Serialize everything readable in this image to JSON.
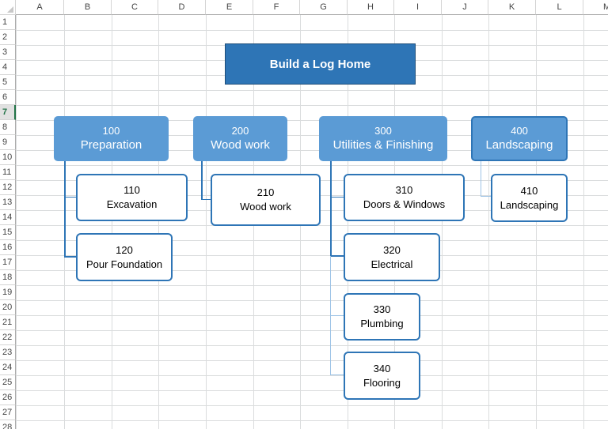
{
  "columns": [
    "A",
    "B",
    "C",
    "D",
    "E",
    "F",
    "G",
    "H",
    "I",
    "J",
    "K",
    "L",
    "M"
  ],
  "rows": [
    "1",
    "2",
    "3",
    "4",
    "5",
    "6",
    "7",
    "8",
    "9",
    "10",
    "11",
    "12",
    "13",
    "14",
    "15",
    "16",
    "17",
    "18",
    "19",
    "20",
    "21",
    "22",
    "23",
    "24",
    "25",
    "26",
    "27",
    "28"
  ],
  "active_row": "7",
  "chart": {
    "title": "Build a Log Home",
    "level1": [
      {
        "code": "100",
        "name": "Preparation"
      },
      {
        "code": "200",
        "name": "Wood work"
      },
      {
        "code": "300",
        "name": "Utilities & Finishing"
      },
      {
        "code": "400",
        "name": "Landscaping"
      }
    ],
    "level2": [
      {
        "code": "110",
        "name": "Excavation"
      },
      {
        "code": "120",
        "name": "Pour Foundation"
      },
      {
        "code": "210",
        "name": "Wood work"
      },
      {
        "code": "310",
        "name": "Doors & Windows"
      },
      {
        "code": "320",
        "name": "Electrical"
      },
      {
        "code": "330",
        "name": "Plumbing"
      },
      {
        "code": "340",
        "name": "Flooring"
      },
      {
        "code": "410",
        "name": "Landscaping"
      }
    ]
  },
  "colors": {
    "title_fill": "#2e75b6",
    "level1_fill": "#5b9bd5",
    "level2_border": "#2e75b6",
    "excel_green": "#217346"
  }
}
